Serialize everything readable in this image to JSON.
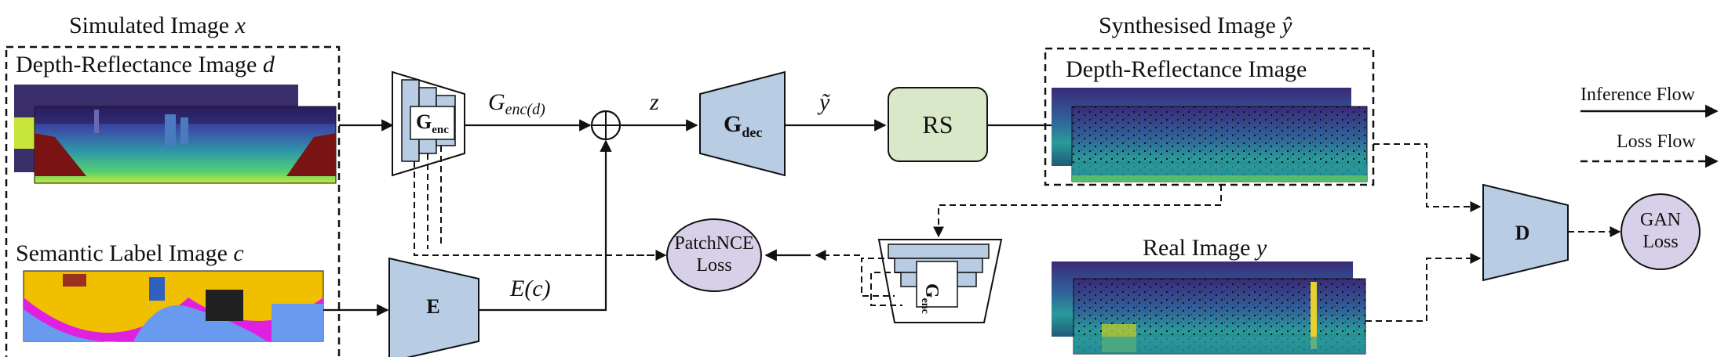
{
  "labels": {
    "simulated_title": "Simulated Image",
    "simulated_var": "x",
    "depth_refl_in": "Depth-Reflectance Image",
    "depth_refl_in_var": "d",
    "semantic_title": "Semantic Label Image",
    "semantic_var": "c",
    "g_enc_label": "G",
    "g_enc_sub": "enc",
    "g_enc_out": "G",
    "g_enc_out_sub": "enc(d)",
    "z_label": "z",
    "e_label": "E",
    "ec_label": "E(c)",
    "g_dec_label": "G",
    "g_dec_sub": "dec",
    "ytilde_label": "ỹ",
    "rs_label": "RS",
    "synth_title": "Synthesised Image",
    "synth_var": "ŷ",
    "depth_refl_out": "Depth-Reflectance Image",
    "patchnce_line1": "PatchNCE",
    "patchnce_line2": "Loss",
    "g_enc2_label": "G",
    "g_enc2_sub": "enc",
    "real_title": "Real Image",
    "real_var": "y",
    "d_label": "D",
    "gan_line1": "GAN",
    "gan_line2": "Loss",
    "legend_inference": "Inference Flow",
    "legend_loss": "Loss Flow"
  },
  "colors": {
    "block_fill": "#b8cce4",
    "block_stroke": "#1a1a1a",
    "rs_fill": "#d8e8c8",
    "loss_fill": "#d8d0e8",
    "line": "#111111"
  }
}
